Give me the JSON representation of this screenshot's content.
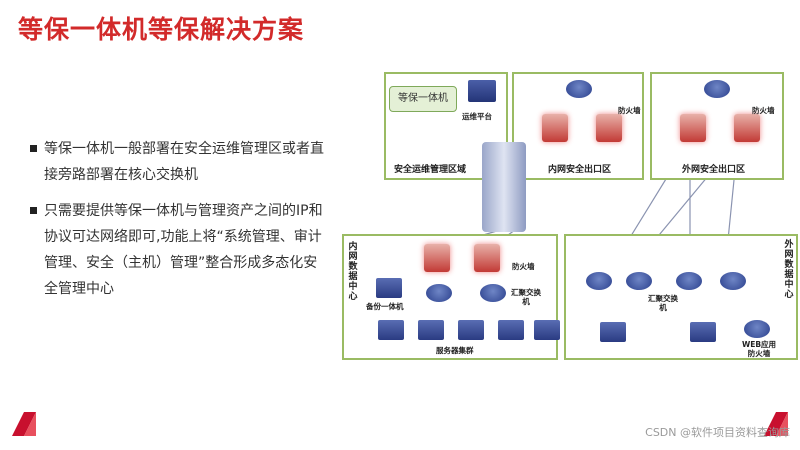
{
  "title": "等保一体机等保解决方案",
  "bullets": [
    "等保一体机一般部署在安全运维管理区或者直接旁路部署在核心交换机",
    "只需要提供等保一体机与管理资产之间的IP和协议可达网络即可,功能上将“系统管理、审计管理、安全（主机）管理”整合形成多态化安全管理中心"
  ],
  "diagram": {
    "equipment_label": "等保一体机",
    "ops_platform": "运维平台",
    "zone_ops": "安全运维管理区域",
    "firewall_label_1": "防火墙",
    "zone_intranet_exit": "内网安全出口区",
    "firewall_label_2": "防火墙",
    "zone_extranet_exit": "外网安全出口区",
    "zone_intranet_dc": "内网数据中心",
    "firewall_label_3": "防火墙",
    "backup_equipment": "备份一体机",
    "aggregation_switch_1": "汇聚交换机",
    "server_cluster": "服务器集群",
    "zone_extranet_dc": "外网数据中心",
    "aggregation_switch_2": "汇聚交换机",
    "web_firewall": "WEB应用防火墙"
  },
  "footer": "CSDN @软件项目资料查询库",
  "colors": {
    "title": "#d22a2a",
    "zone_border": "#9abb63",
    "accent": "#c8102e"
  }
}
